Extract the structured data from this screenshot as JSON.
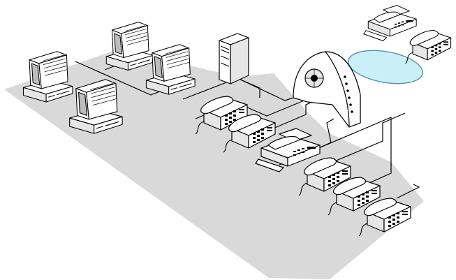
{
  "diagram": {
    "colors": {
      "floor": "#d9d9d9",
      "cloud_fill": "#c8f0f6",
      "cloud_stroke": "#5a8fa8",
      "wire": "#000000",
      "device_fill": "#ffffff",
      "device_shade": "#e6e6e6"
    },
    "nodes": [
      {
        "id": "computer-1",
        "kind": "computer-icon"
      },
      {
        "id": "computer-2",
        "kind": "computer-icon"
      },
      {
        "id": "computer-3",
        "kind": "computer-icon"
      },
      {
        "id": "computer-4",
        "kind": "computer-icon"
      },
      {
        "id": "server",
        "kind": "server-tower-icon"
      },
      {
        "id": "router",
        "kind": "router-hub-icon"
      },
      {
        "id": "cloud",
        "kind": "network-cloud-icon"
      },
      {
        "id": "remote-fax",
        "kind": "fax-machine-icon"
      },
      {
        "id": "remote-phone",
        "kind": "telephone-icon"
      },
      {
        "id": "phone-1",
        "kind": "telephone-icon"
      },
      {
        "id": "phone-2",
        "kind": "telephone-icon"
      },
      {
        "id": "fax",
        "kind": "fax-machine-icon"
      },
      {
        "id": "phone-3",
        "kind": "telephone-icon"
      },
      {
        "id": "phone-4",
        "kind": "telephone-icon"
      },
      {
        "id": "phone-5",
        "kind": "telephone-icon"
      }
    ]
  }
}
